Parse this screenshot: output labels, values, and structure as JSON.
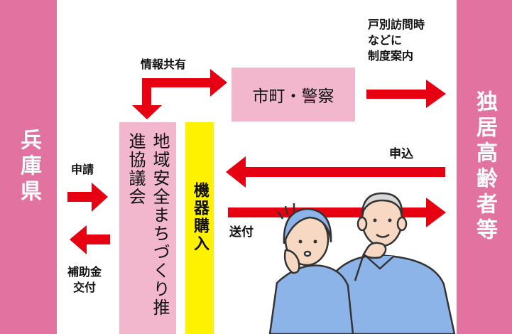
{
  "nodes": {
    "prefecture": "兵庫県",
    "elderly": "独居高齢者等",
    "city_police": "市町・警察",
    "council": "地域安全まちづくり推進協議会",
    "equipment": "機器購入"
  },
  "labels": {
    "info_share": "情報共有",
    "guidance": [
      "戸別訪問時",
      "などに",
      "制度案内"
    ],
    "apply_right": "申込",
    "send": "送付",
    "apply_left": "申請",
    "subsidy": [
      "補助金",
      "交付"
    ]
  },
  "colors": {
    "pink_side": "#e2729f",
    "pink_box": "#f2b6cd",
    "yellow": "#fff200",
    "arrow_red": "#e60012"
  },
  "illustration": "elderly-couple"
}
